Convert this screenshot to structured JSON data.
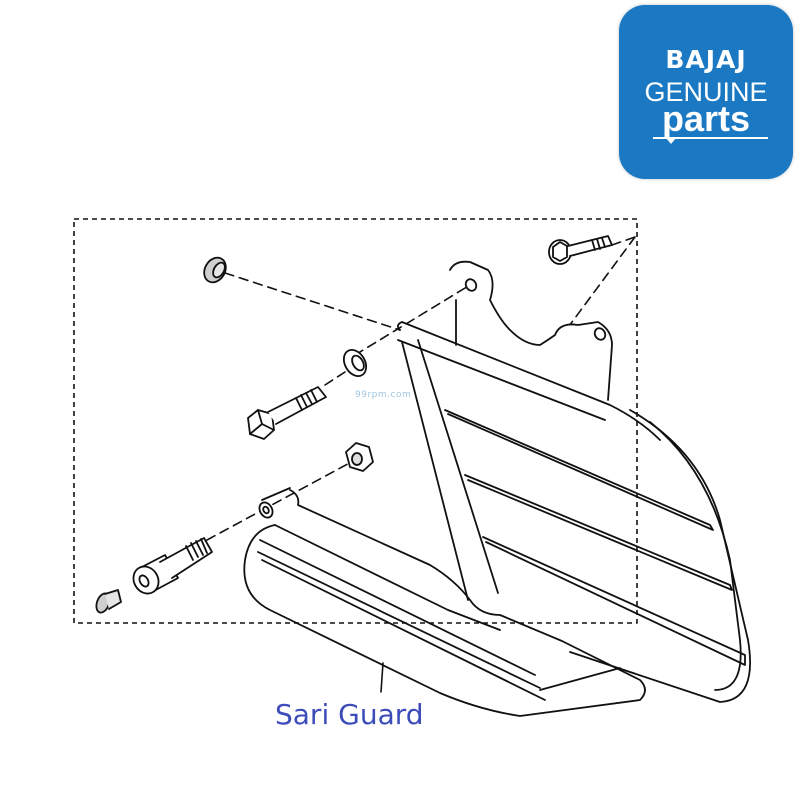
{
  "logo": {
    "brand": "BAJAJ",
    "line2": "GENUINE",
    "line3": "parts",
    "background_color": "#1a79c2",
    "text_color": "#ffffff"
  },
  "diagram": {
    "title": "Sari Guard",
    "label_color": "#3c4cb8",
    "watermark": "99rpm.com",
    "parts": [
      {
        "name": "flat-washer"
      },
      {
        "name": "spring-washer"
      },
      {
        "name": "hex-bolt-left"
      },
      {
        "name": "hex-nut"
      },
      {
        "name": "socket-cap-bolt"
      },
      {
        "name": "rubber-plug"
      },
      {
        "name": "flange-bolt"
      },
      {
        "name": "sari-guard-frame"
      }
    ]
  }
}
